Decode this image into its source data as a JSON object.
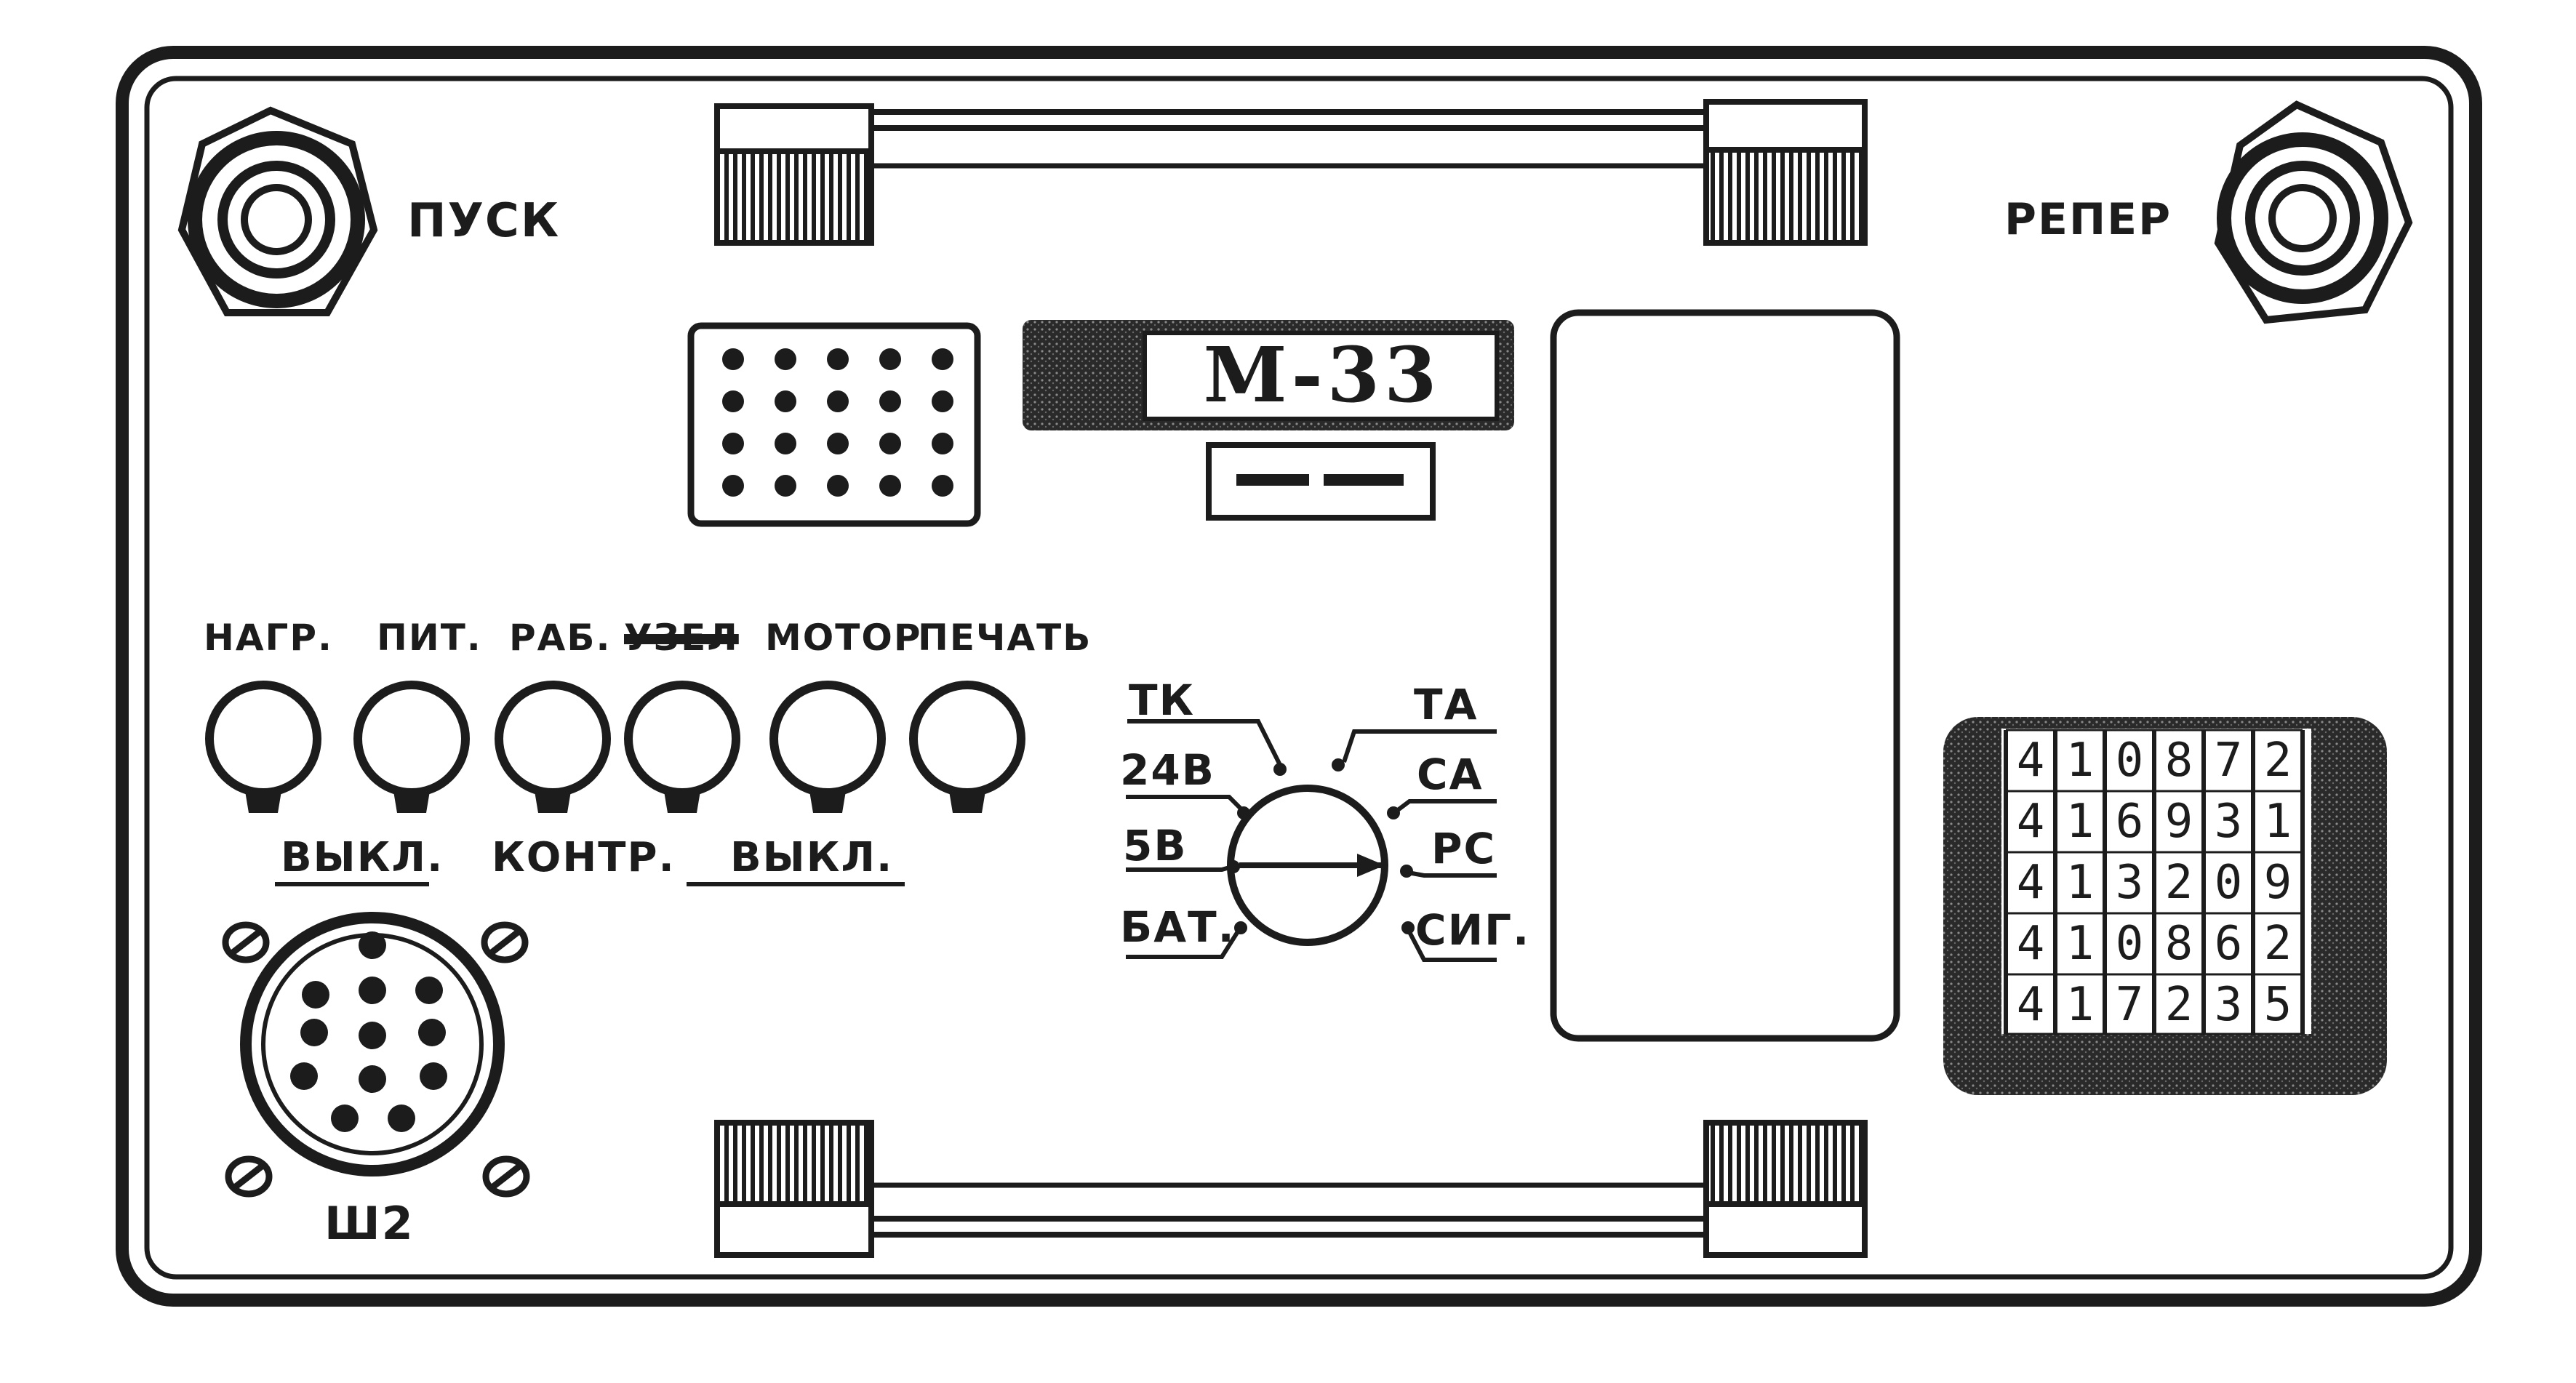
{
  "panel": {
    "model": "М-33",
    "start_label": "ПУСК",
    "reper_label": "РЕПЕР",
    "connector_label": "Ш2"
  },
  "lamps": [
    {
      "label": "НАГР."
    },
    {
      "label": "ПИТ."
    },
    {
      "label": "РАБ."
    },
    {
      "label": "УЗЕЛ"
    },
    {
      "label": "МОТОР"
    },
    {
      "label": "ПЕЧАТЬ"
    }
  ],
  "lamp_group_labels": {
    "off_1": "ВЫКЛ.",
    "control": "КОНТР.",
    "off_2": "ВЫКЛ."
  },
  "selector_switch": {
    "left_positions": [
      "ТК",
      "24В",
      "5В",
      "БАТ."
    ],
    "right_positions": [
      "ТА",
      "СА",
      "РС",
      "СИГ."
    ]
  },
  "counter": {
    "rows": [
      [
        "4",
        "1",
        "0",
        "8",
        "7",
        "2"
      ],
      [
        "4",
        "1",
        "6",
        "9",
        "3",
        "1"
      ],
      [
        "4",
        "1",
        "3",
        "2",
        "0",
        "9"
      ],
      [
        "4",
        "1",
        "0",
        "8",
        "6",
        "2"
      ],
      [
        "4",
        "1",
        "7",
        "2",
        "3",
        "5"
      ]
    ]
  }
}
